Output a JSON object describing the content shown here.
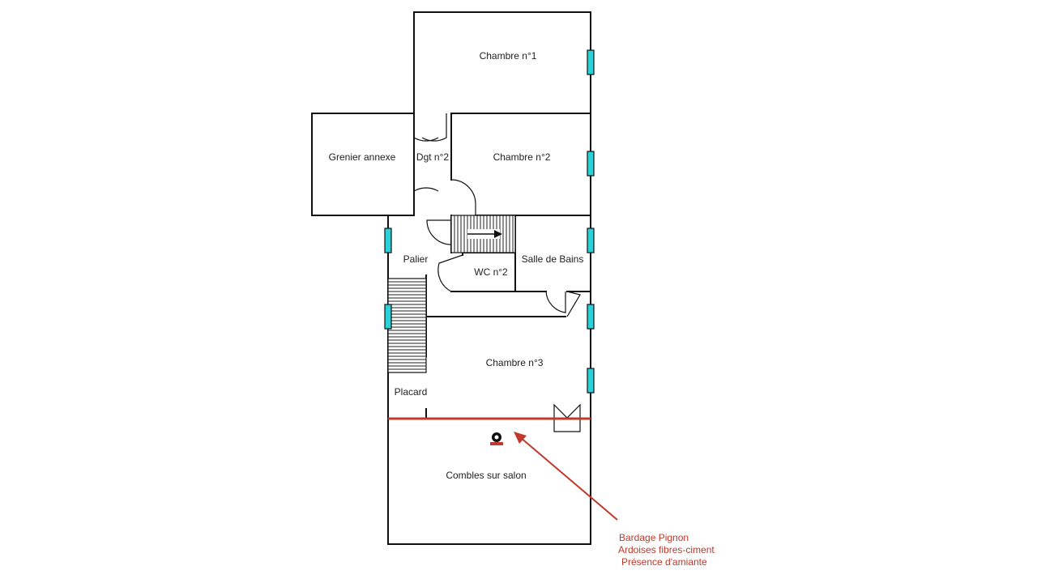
{
  "rooms": {
    "chambre1": "Chambre n°1",
    "chambre2": "Chambre n°2",
    "chambre3": "Chambre n°3",
    "grenier": "Grenier annexe",
    "degagement": "Dgt n°2",
    "palier": "Palier",
    "wc": "WC n°2",
    "salle_de_bains": "Salle de Bains",
    "placard": "Placard",
    "combles": "Combles sur salon"
  },
  "annotation": {
    "line1": "Bardage Pignon",
    "line2": "Ardoises fibres-ciment",
    "line3": "Présence d'amiante",
    "color": "#c0392b"
  },
  "colors": {
    "window": "#2ad1d8",
    "marker": "#c0392b",
    "wall": "#111111"
  },
  "icons": {
    "asbestos_marker": "asbestos-marker-icon"
  }
}
